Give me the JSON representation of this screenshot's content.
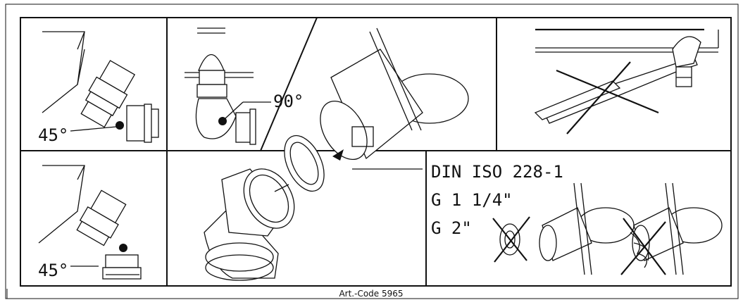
{
  "labels": {
    "angle_top_left": "45°",
    "angle_bottom_left": "45°",
    "angle_middle": "90°",
    "standard": "DIN ISO 228-1",
    "thread_1": "G 1 1/4\"",
    "thread_2": "G 2\""
  },
  "caption": "Art.-Code 5965"
}
